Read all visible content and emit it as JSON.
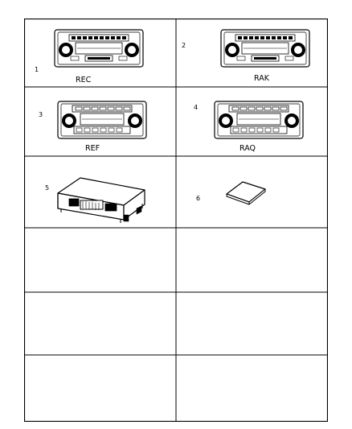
{
  "cells": [
    {
      "number": "1",
      "code": "REC",
      "part": "radio-rec"
    },
    {
      "number": "2",
      "code": "RAK",
      "part": "radio-rak"
    },
    {
      "number": "3",
      "code": "REF",
      "part": "radio-ref"
    },
    {
      "number": "4",
      "code": "RAQ",
      "part": "radio-raq"
    },
    {
      "number": "5",
      "code": "",
      "part": "control-module"
    },
    {
      "number": "6",
      "code": "",
      "part": "card"
    },
    {
      "number": "",
      "code": "",
      "part": "empty"
    },
    {
      "number": "",
      "code": "",
      "part": "empty"
    },
    {
      "number": "",
      "code": "",
      "part": "empty"
    },
    {
      "number": "",
      "code": "",
      "part": "empty"
    },
    {
      "number": "",
      "code": "",
      "part": "empty"
    },
    {
      "number": "",
      "code": "",
      "part": "empty"
    }
  ]
}
